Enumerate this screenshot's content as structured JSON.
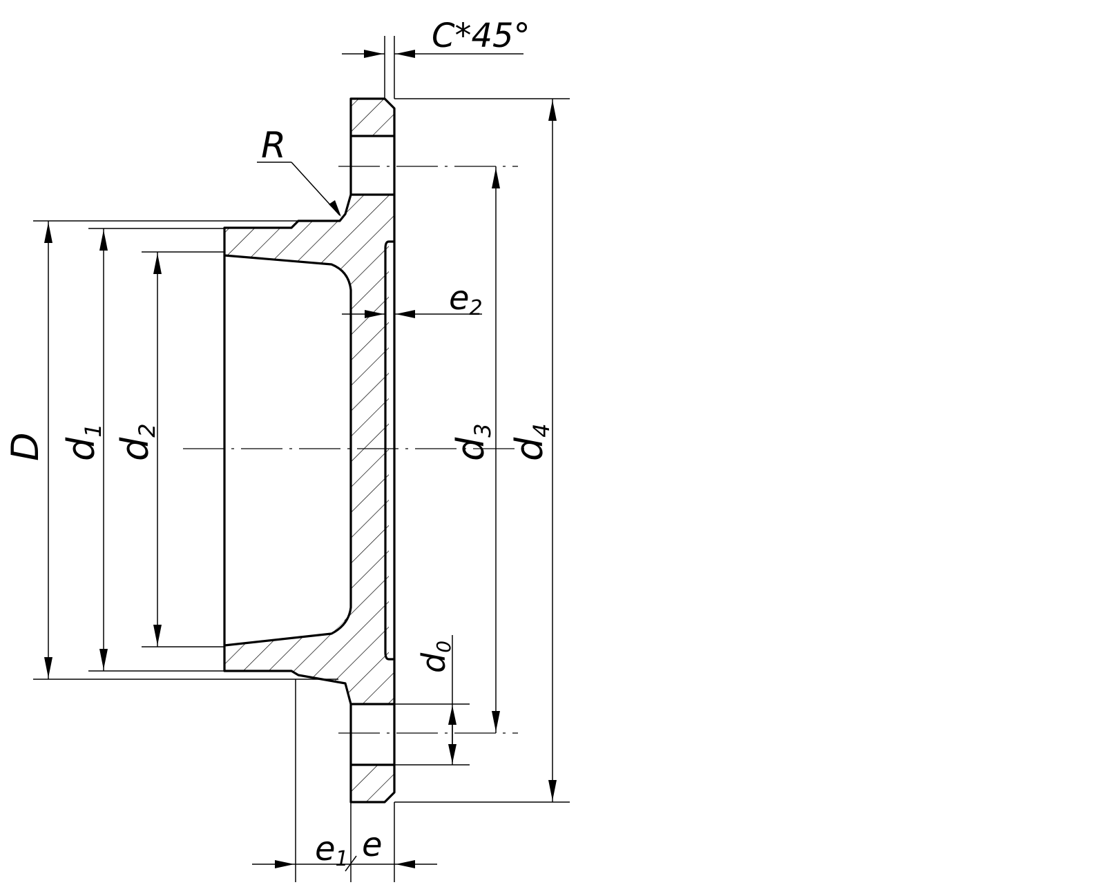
{
  "drawing": {
    "labels": {
      "chamfer": "C*45°",
      "radius": "R",
      "e2": "e",
      "e2_sub": "2",
      "D": "D",
      "d1": "d",
      "d1_sub": "1",
      "d2": "d",
      "d2_sub": "2",
      "d3": "d",
      "d3_sub": "3",
      "d4": "d",
      "d4_sub": "4",
      "d0": "d",
      "d0_sub": "0",
      "e1": "e",
      "e1_sub": "1",
      "e": "e"
    }
  }
}
